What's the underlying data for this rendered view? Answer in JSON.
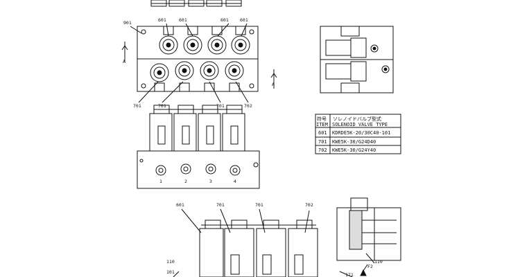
{
  "callouts": {
    "c901": "901",
    "c601": "601",
    "c701": "701",
    "c702": "702",
    "c110": "110",
    "c101": "101",
    "c171": "171",
    "f2": "F2",
    "a": "A",
    "port1": "1",
    "port2": "2",
    "port3": "3",
    "port4": "4"
  },
  "table": {
    "header_item_jp": "符号",
    "header_item_en": "ITEM",
    "header_type_jp": "ソレノイドバルブ型式",
    "header_type_en": "SOLENOID VALVE TYPE",
    "rows": [
      {
        "item": "601",
        "type": "KDRDE5K-20/30C40-101"
      },
      {
        "item": "701",
        "type": "KWE5K-30/G24D40"
      },
      {
        "item": "702",
        "type": "KWE5K-30/G24Y40"
      }
    ]
  }
}
